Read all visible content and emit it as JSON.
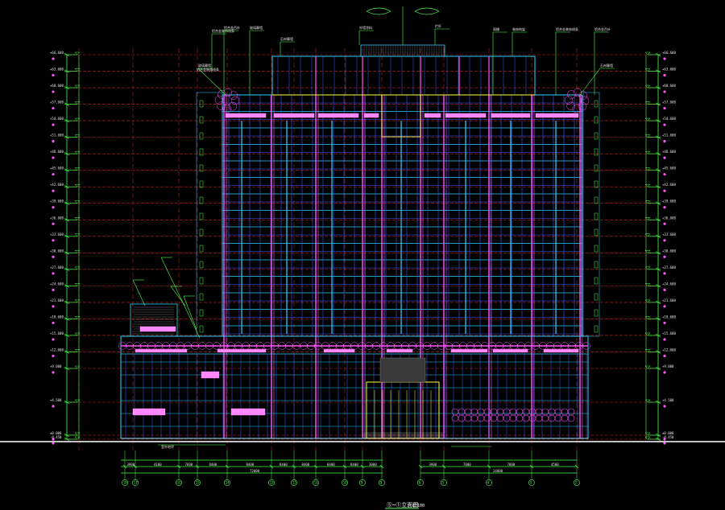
{
  "drawing": {
    "title": "⑤~①立面图",
    "scale": "1:100"
  },
  "colors": {
    "background": "#000000",
    "frame": "#2fd2ff",
    "mullion": "#3f5cff",
    "column": "#ff55ff",
    "band": "#ff88ff",
    "dimension": "#4cff4c",
    "yellow": "#ffff3a",
    "red_dash": "#c82828",
    "ground": "#ffffff"
  },
  "levels": [
    "+66.600",
    "+63.600",
    "+60.600",
    "+57.600",
    "+54.600",
    "+51.600",
    "+48.600",
    "+45.600",
    "+42.600",
    "+39.600",
    "+36.600",
    "+33.600",
    "+30.600",
    "+27.600",
    "+24.600",
    "+21.600",
    "+18.600",
    "+15.600",
    "+12.600",
    "+9.000",
    "+4.500",
    "±0.000",
    "-0.450"
  ],
  "axis_labels_left": [
    "18",
    "17",
    "16",
    "15",
    "14",
    "13",
    "12",
    "11",
    "10",
    "9",
    "8",
    "7"
  ],
  "axis_labels_right": [
    "6",
    "5",
    "4",
    "3",
    "2",
    "1"
  ],
  "dimensions_left": [
    "3900",
    "4100",
    "7600",
    "8400",
    "8400",
    "8400",
    "8400",
    "8400",
    "8400",
    "3000"
  ],
  "dimensions_right": [
    "3900",
    "7800",
    "7800",
    "4500"
  ],
  "total_left": "72000",
  "total_right": "24000",
  "callouts": [
    "铝合金装饰线条",
    "铝合金百叶",
    "玻璃幕墙",
    "石材幕墙",
    "外墙涂料",
    "栏杆",
    "雨棚",
    "装饰构架",
    "铝合金装饰线条",
    "铝合金百叶",
    "玻璃幕墙",
    "石材幕墙"
  ],
  "annotations": [
    "铝合金装饰线条",
    "室外地坪"
  ]
}
